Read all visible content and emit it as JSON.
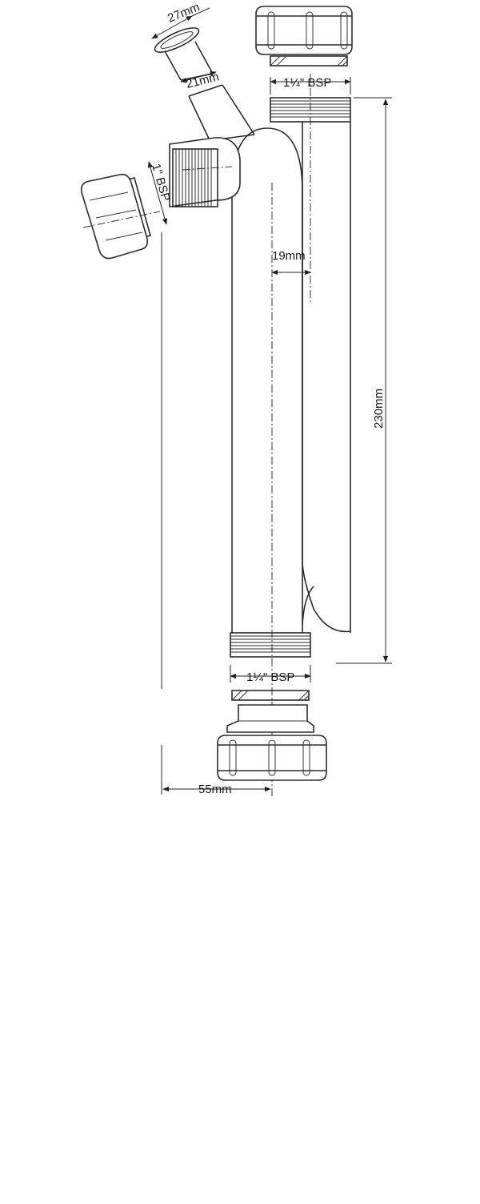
{
  "labels": {
    "dim_27": "27mm",
    "dim_21": "21mm",
    "dim_1_bsp": "1\" BSP",
    "dim_114_bsp_top": "1¼\" BSP",
    "dim_19": "19mm",
    "dim_230": "230mm",
    "dim_114_bsp_bottom": "1¼\" BSP",
    "dim_55": "55mm"
  }
}
